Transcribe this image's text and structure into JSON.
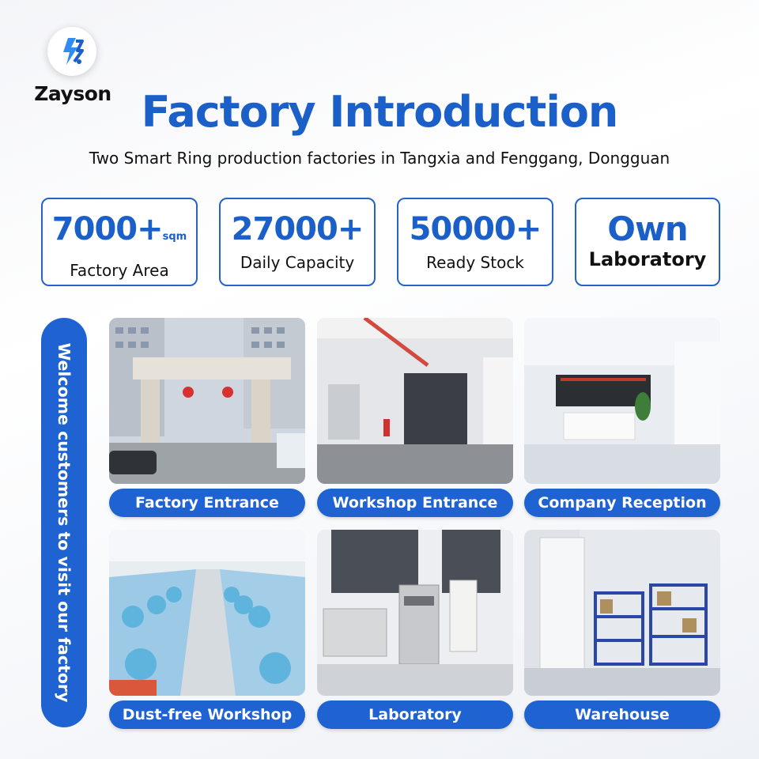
{
  "brand": {
    "name": "Zayson",
    "logo_icon": "zayson-logo-icon",
    "accent": "#1f63d3"
  },
  "header": {
    "title": "Factory Introduction",
    "subtitle": "Two Smart Ring production factories in Tangxia and Fenggang, Dongguan"
  },
  "stats": [
    {
      "value": "7000+",
      "unit": "sqm",
      "label": "Factory Area"
    },
    {
      "value": "27000+",
      "label": "Daily Capacity"
    },
    {
      "value": "50000+",
      "label": "Ready Stock"
    },
    {
      "value": "Own",
      "label": "Laboratory"
    }
  ],
  "side_banner": "Welcome customers to visit our factory",
  "gallery": [
    {
      "label": "Factory Entrance",
      "photo": "factory-entrance-photo"
    },
    {
      "label": "Workshop Entrance",
      "photo": "workshop-entrance-photo"
    },
    {
      "label": "Company Reception",
      "photo": "company-reception-photo"
    },
    {
      "label": "Dust-free Workshop",
      "photo": "dust-free-workshop-photo"
    },
    {
      "label": "Laboratory",
      "photo": "laboratory-photo"
    },
    {
      "label": "Warehouse",
      "photo": "warehouse-photo"
    }
  ]
}
